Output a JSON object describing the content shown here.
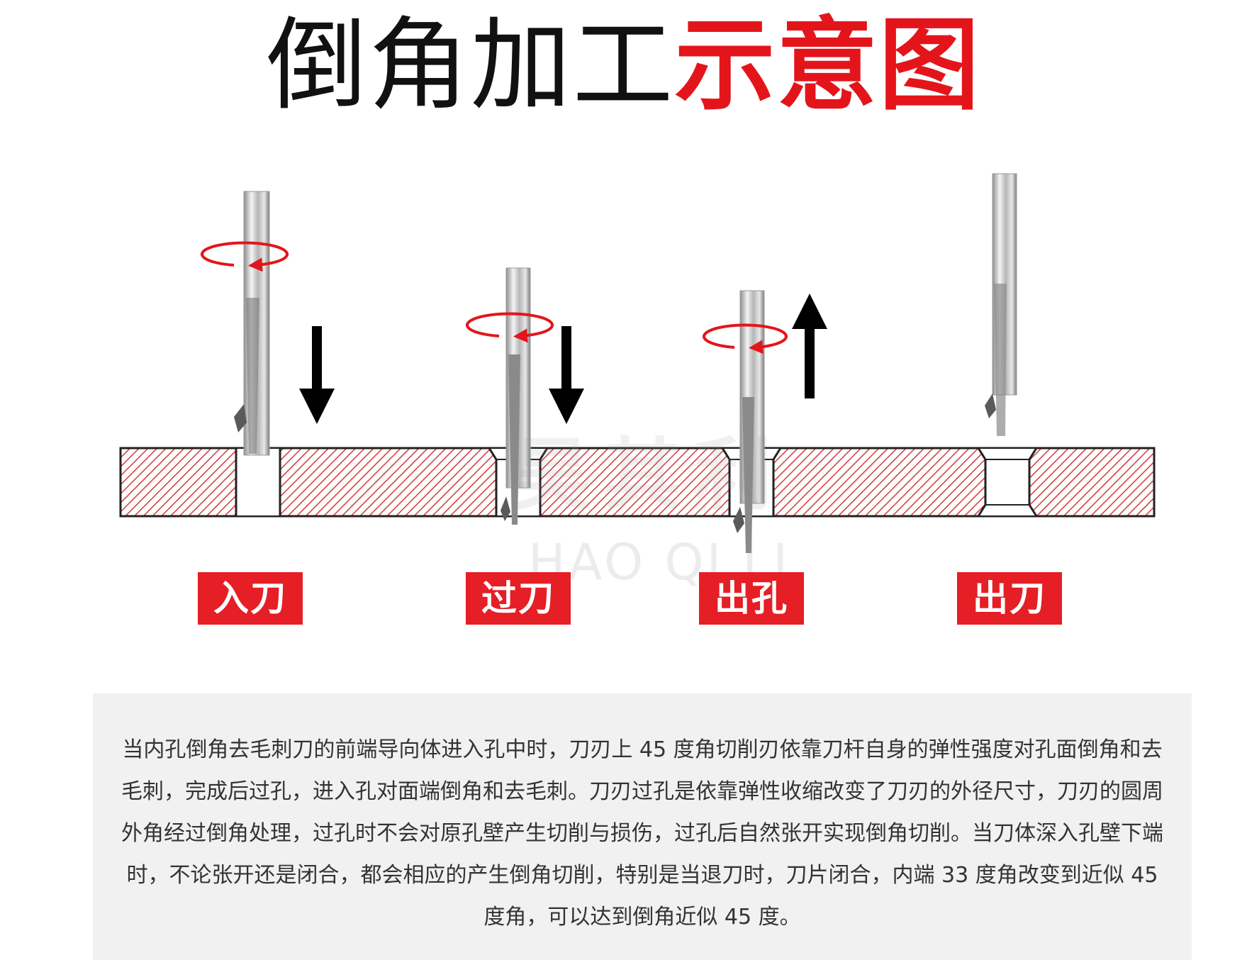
{
  "title": {
    "part_black": "倒角加工",
    "part_red": "示意图"
  },
  "stages": [
    {
      "label": "入刀"
    },
    {
      "label": "过刀"
    },
    {
      "label": "出孔"
    },
    {
      "label": "出刀"
    }
  ],
  "watermark": {
    "cn": "昊其利",
    "en": "HAO QI LI"
  },
  "description": "当内孔倒角去毛刺刀的前端导向体进入孔中时，刀刃上 45 度角切削刃依靠刀杆自身的弹性强度对孔面倒角和去毛刺，完成后过孔，进入孔对面端倒角和去毛刺。刀刃过孔是依靠弹性收缩改变了刀刃的外径尺寸，刀刃的圆周外角经过倒角处理，过孔时不会对原孔壁产生切削与损伤，过孔后自然张开实现倒角切削。当刀体深入孔壁下端时，不论张开还是闭合，都会相应的产生倒角切削，特别是当退刀时，刀片闭合，内端 33 度角改变到近似 45 度角，可以达到倒角近似 45 度。",
  "colors": {
    "accent_red": "#e61e25",
    "title_red": "#e3151b",
    "hatch_red": "#d23a3a",
    "desc_bg": "#f1f1f1"
  },
  "icons": [
    "rotation-arrow-icon",
    "down-arrow-icon",
    "up-arrow-icon",
    "cutter-tool-icon"
  ]
}
